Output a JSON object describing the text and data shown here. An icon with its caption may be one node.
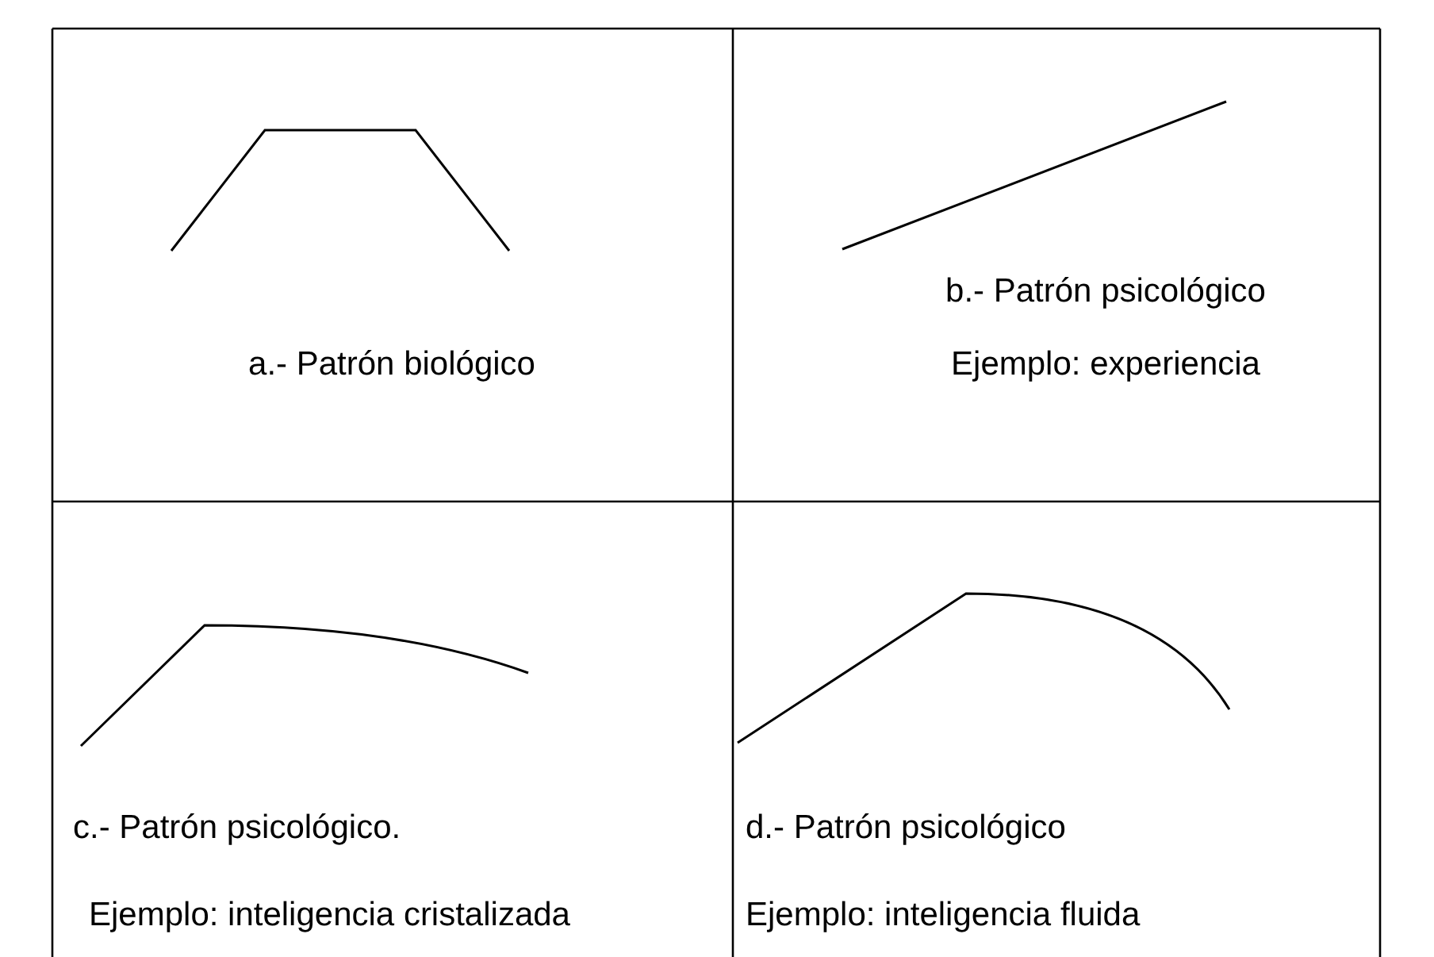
{
  "diagram": {
    "labels": [
      "a.- Patrón biológico",
      "b.- Patrón psicológico",
      "Ejemplo: experiencia",
      "c.- Patrón psicológico.",
      "Ejemplo: inteligencia cristalizada",
      "d.- Patrón psicológico",
      "Ejemplo: inteligencia fluida"
    ]
  }
}
